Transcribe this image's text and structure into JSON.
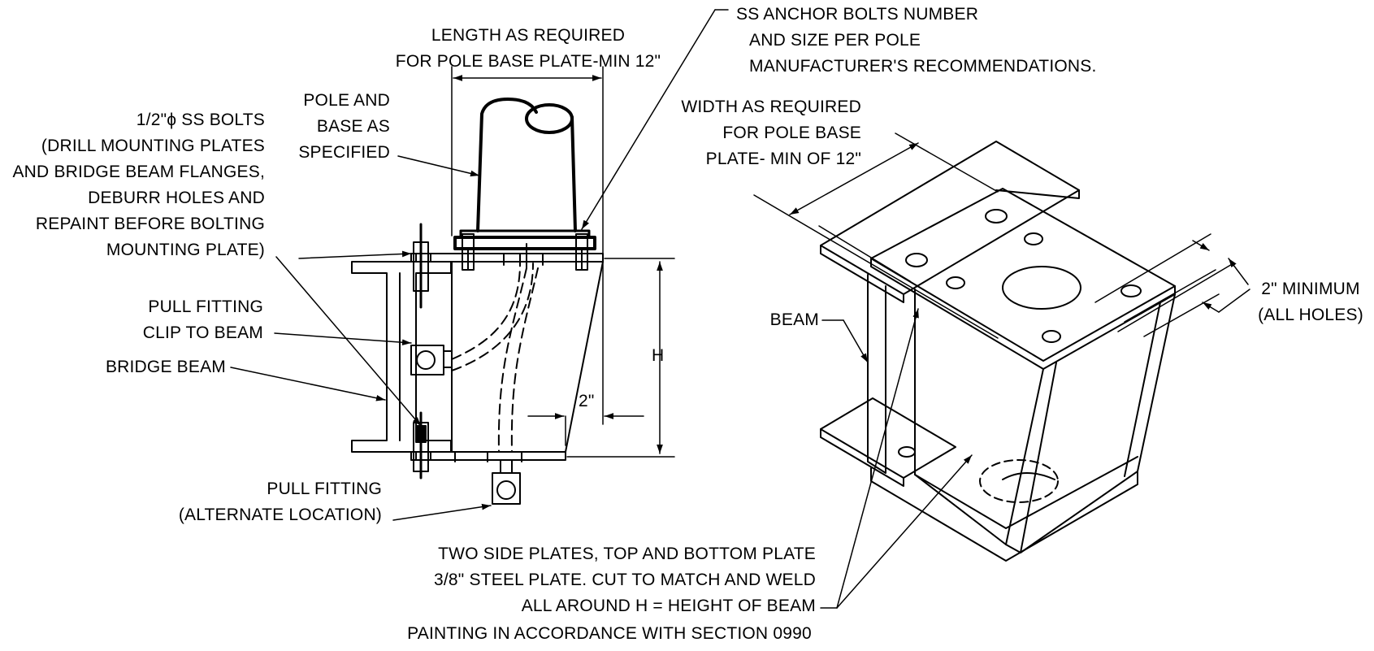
{
  "labels": {
    "length": [
      "LENGTH AS REQUIRED",
      "FOR POLE BASE PLATE-MIN 12\""
    ],
    "anchor": [
      "SS ANCHOR BOLTS NUMBER",
      "AND SIZE PER POLE",
      "MANUFACTURER'S RECOMMENDATIONS."
    ],
    "pole": [
      "POLE AND",
      "BASE AS",
      "SPECIFIED"
    ],
    "bolts": [
      "1/2\"ϕ SS BOLTS",
      "(DRILL MOUNTING PLATES",
      "AND BRIDGE BEAM FLANGES,",
      "DEBURR HOLES AND",
      "REPAINT BEFORE BOLTING",
      "MOUNTING PLATE)"
    ],
    "pull_clip": [
      "PULL FITTING",
      "CLIP TO BEAM"
    ],
    "bridge_beam": "BRIDGE BEAM",
    "pull_alt": [
      "PULL FITTING",
      "(ALTERNATE LOCATION)"
    ],
    "width": [
      "WIDTH AS REQUIRED",
      "FOR POLE BASE",
      "PLATE- MIN OF 12\""
    ],
    "beam": "BEAM",
    "min": [
      "2\" MINIMUM",
      "(ALL HOLES)"
    ],
    "h_dim": "H",
    "two_in": "2\"",
    "plates": [
      "TWO SIDE PLATES, TOP AND BOTTOM PLATE",
      "3/8\" STEEL PLATE. CUT TO MATCH AND WELD",
      "ALL AROUND H = HEIGHT OF BEAM"
    ],
    "painting": "PAINTING IN ACCORDANCE WITH SECTION 0990"
  }
}
